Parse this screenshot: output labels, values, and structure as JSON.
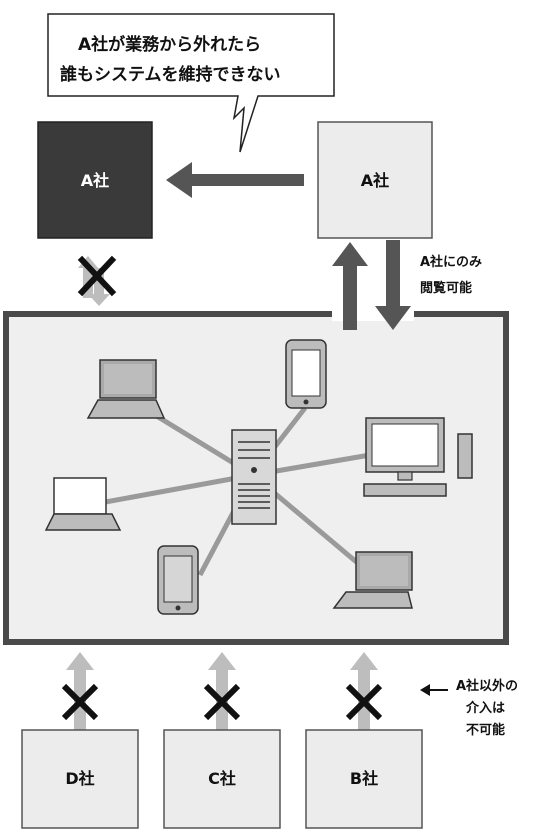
{
  "speech_bubble": {
    "line1": "A社が業務から外れたら",
    "line2": "誰もシステムを維持できない"
  },
  "company_a_exited": "A社",
  "company_a_active": "A社",
  "access_note": {
    "line1": "A社にのみ",
    "line2": "閲覧可能"
  },
  "outside_note": {
    "line1": "A社以外の",
    "line2": "介入は",
    "line3": "不可能"
  },
  "companies_bottom": [
    "D社",
    "C社",
    "B社"
  ],
  "icons": {
    "server": "server-icon",
    "devices": [
      "laptop-icon",
      "laptop-icon",
      "laptop-icon",
      "smartphone-icon",
      "smartphone-icon",
      "desktop-monitor-icon"
    ],
    "blocked": "cross-mark-icon"
  },
  "colors": {
    "dark_box": "#3a3a3a",
    "light_box": "#ececec",
    "system_frame": "#4a4a4a",
    "system_fill": "#efefef",
    "arrow_dark": "#555555",
    "arrow_light": "#bdbdbd",
    "link_line": "#9a9a9a"
  }
}
